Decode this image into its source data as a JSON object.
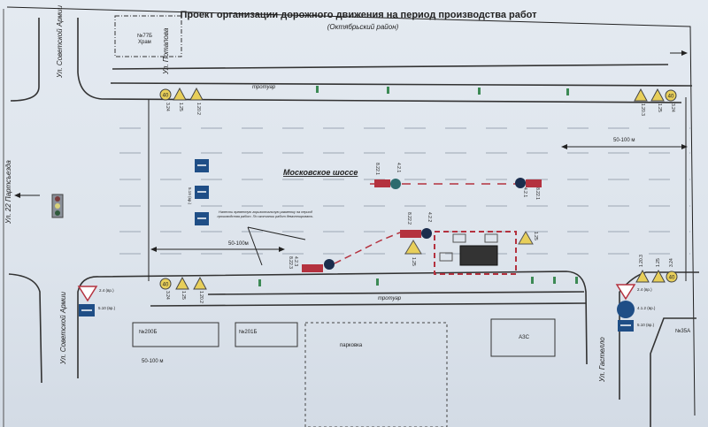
{
  "title": "Проект организации дорожного движения на период производства работ",
  "subtitle": "(Октябрьский район)",
  "main_road": "Московское шоссе",
  "sidewalk_top": "тротуар",
  "sidewalk_bottom": "тротуар",
  "streets": {
    "sovetskoy_armii_top": "Ул. Советской Армии",
    "sovetskoy_armii_bottom": "Ул. Советской Армии",
    "partsezda": "Ул. 22 Партсъезда",
    "potapova": "Ул. Потапова",
    "gastello": "Ул. Гастелло"
  },
  "buildings": {
    "temple_number": "№77Б",
    "temple_name": "Храм",
    "b200": "№200Б",
    "b201": "№201Б",
    "parking": "парковка",
    "gas_station": "АЗС",
    "b35": "№35А"
  },
  "distances": {
    "top_right": "50-100 м",
    "left": "50-100м",
    "bottom": "50-100 м"
  },
  "annotation": "Нанести временную горизонтальную разметку на период производства работ. По окончании работ демонтировать.",
  "signs": {
    "speed_limit": "40",
    "s324": "3.24",
    "s125": "1.25",
    "s1202": "1.20.2",
    "s1203": "1.20.3",
    "s24": "2.4 (вр.)",
    "s510": "5.10 (вр.)",
    "s412": "4.1.2 (вр.)",
    "s519": "5.19 (вр.)",
    "s8221": "8.22.1",
    "s421": "4.2.1",
    "s8222": "8.22.2",
    "s422": "4.2.2",
    "s8223": "8.22.3",
    "s423": "4.2.3"
  },
  "colors": {
    "sign_blue": "#1f4e86",
    "barrier_red": "#b4323f",
    "warning_yellow": "#e8cf5a",
    "tree_green": "#3d8a55"
  }
}
